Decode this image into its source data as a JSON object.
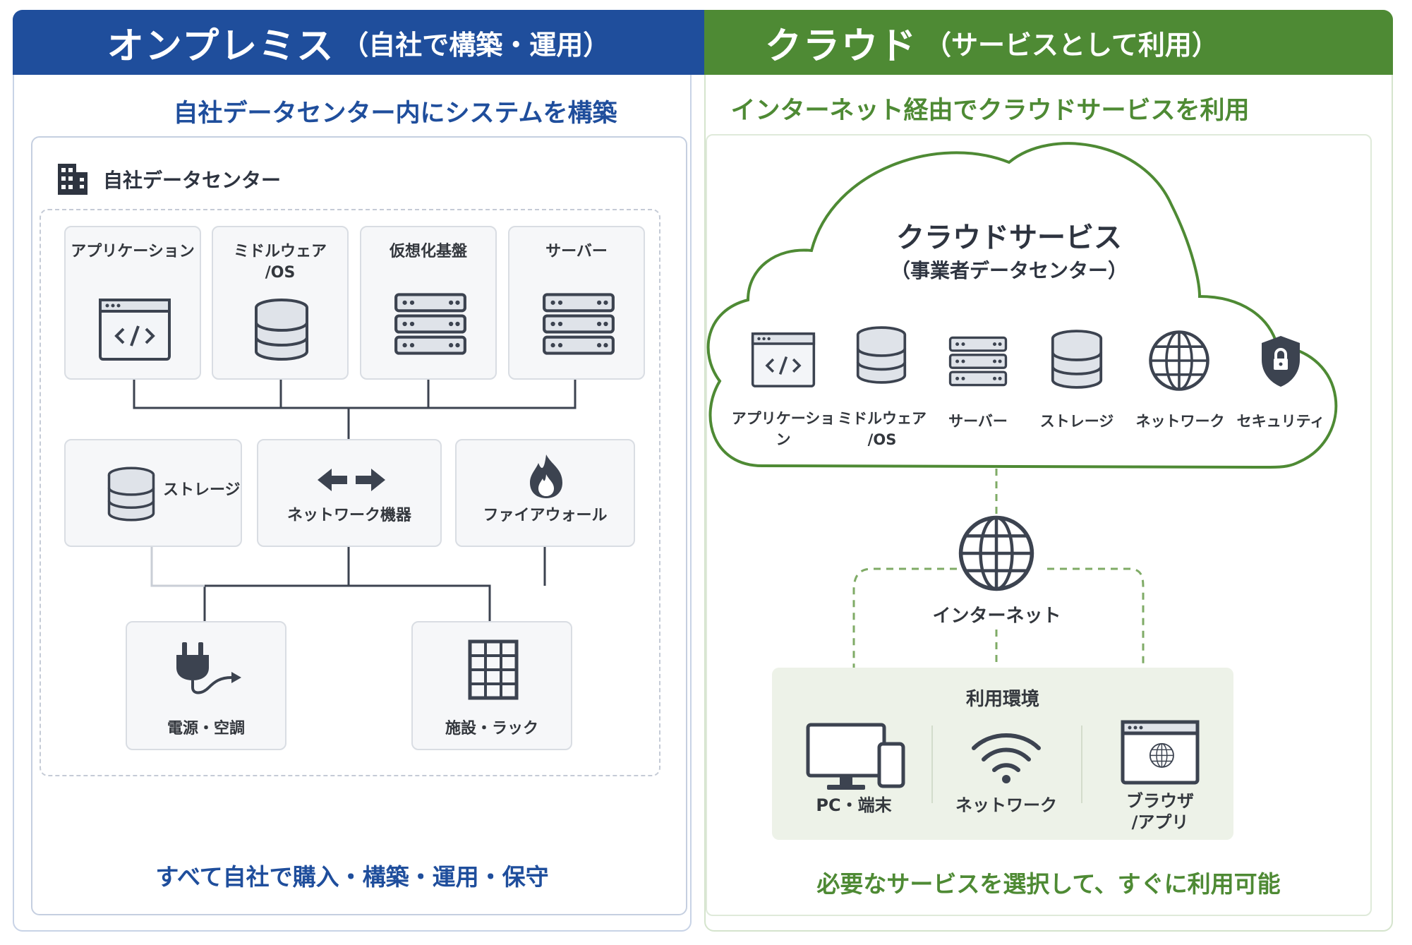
{
  "left": {
    "title": "オンプレミス",
    "title_sub": "（自社で構築・運用）",
    "subtitle": "自社データセンター内にシステムを構築",
    "datacenter_label": "自社データセンター",
    "row1": [
      {
        "label": "アプリケーション",
        "icon": "code-window-icon"
      },
      {
        "label": "ミドルウェア\n/OS",
        "icon": "database-icon"
      },
      {
        "label": "仮想化基盤",
        "icon": "server-rack-icon"
      },
      {
        "label": "サーバー",
        "icon": "server-rack-icon"
      }
    ],
    "row2": [
      {
        "label": "ストレージ",
        "icon": "database-icon"
      },
      {
        "label": "ネットワーク機器",
        "icon": "arrows-icon"
      },
      {
        "label": "ファイアウォール",
        "icon": "flame-icon"
      }
    ],
    "row3": [
      {
        "label": "電源・空調",
        "icon": "plug-icon"
      },
      {
        "label": "施設・ラック",
        "icon": "rack-grid-icon"
      }
    ],
    "footer": "すべて自社で購入・構築・運用・保守"
  },
  "right": {
    "title": "クラウド",
    "title_sub": "（サービスとして利用）",
    "subtitle": "インターネット経由でクラウドサービスを利用",
    "cloud_title": "クラウドサービス",
    "cloud_sub": "（事業者データセンター）",
    "services": [
      {
        "label": "アプリケーション",
        "icon": "code-window-icon"
      },
      {
        "label": "ミドルウェア\n/OS",
        "icon": "database-icon"
      },
      {
        "label": "サーバー",
        "icon": "server-rack-icon"
      },
      {
        "label": "ストレージ",
        "icon": "database-icon"
      },
      {
        "label": "ネットワーク",
        "icon": "globe-icon"
      },
      {
        "label": "セキュリティ",
        "icon": "shield-lock-icon"
      }
    ],
    "internet_label": "インターネット",
    "usage_title": "利用環境",
    "usage": [
      {
        "label": "PC・端末",
        "icon": "pc-device-icon"
      },
      {
        "label": "ネットワーク",
        "icon": "wifi-icon"
      },
      {
        "label": "ブラウザ\n/アプリ",
        "icon": "browser-globe-icon"
      }
    ],
    "footer": "必要なサービスを選択して、すぐに利用可能"
  },
  "colors": {
    "left_accent": "#1f4e9c",
    "right_accent": "#4e8a34",
    "icon_stroke": "#3c4350"
  }
}
